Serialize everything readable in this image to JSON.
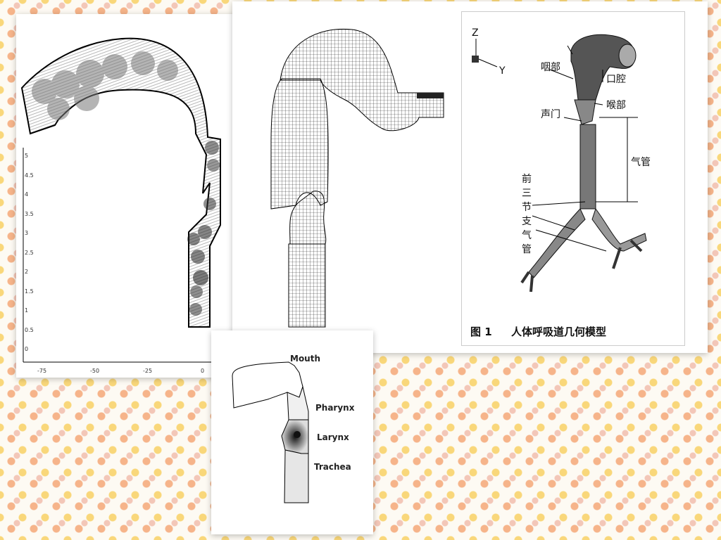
{
  "panel_a": {
    "y_ticks": [
      "5",
      "4.5",
      "4",
      "3.5",
      "3",
      "2.5",
      "2",
      "1.5",
      "1",
      "0.5",
      "0"
    ],
    "x_ticks": [
      "-75",
      "-50",
      "-25",
      "0"
    ]
  },
  "panel_c": {
    "labels": {
      "mouth": "Mouth",
      "pharynx": "Pharynx",
      "larynx": "Larynx",
      "trachea": "Trachea"
    }
  },
  "panel_d": {
    "axes": {
      "z": "Z",
      "y": "Y"
    },
    "labels": {
      "pharynx": "咽部",
      "oral_cavity": "口腔",
      "larynx": "喉部",
      "glottis": "声门",
      "trachea": "气管",
      "bronchi_line1": "前",
      "bronchi_line2": "三",
      "bronchi_line3": "节",
      "bronchi_line4": "支",
      "bronchi_line5": "气",
      "bronchi_line6": "管"
    },
    "caption_num": "图 1",
    "caption_text": "人体呼吸道几何模型"
  }
}
